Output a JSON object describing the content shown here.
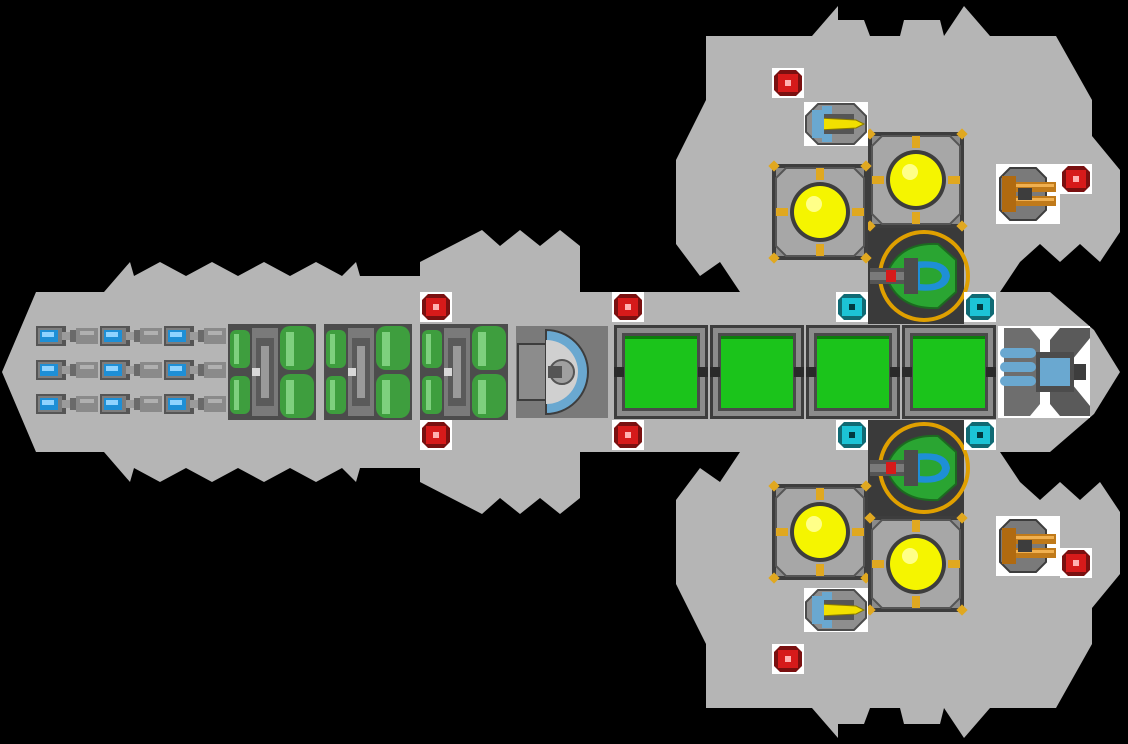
{
  "scene": {
    "background": "#000000",
    "hull_color": "#b5b5b5",
    "hull_edge": "#a7a7a7"
  },
  "colors": {
    "module_green": "#1bc41b",
    "module_green_dark": "#0b7d0b",
    "frame_dark": "#3d3d3d",
    "frame_mid": "#6e6e6e",
    "frame_light": "#9a9a9a",
    "reactor_yellow": "#f5f500",
    "reactor_yellow_hi": "#ffff66",
    "corner_gold": "#e0a820",
    "light_red": "#d61a1a",
    "light_cyan": "#1cc3d6",
    "battery_blue": "#1e8fd6",
    "tank_green": "#3e9e3e",
    "turret_green": "#2aa532",
    "turret_gold": "#e0a000",
    "cannon_orange": "#c07a1a",
    "missile_yellow": "#f2e000",
    "engine_blue": "#6aa8d0"
  },
  "ship": {
    "modules": {
      "batteries": {
        "icon": "battery-cell-icon",
        "count": 9
      },
      "fuel_tanks": {
        "icon": "fuel-tank-icon",
        "count": 3
      },
      "bridge": {
        "icon": "radar-dome-icon"
      },
      "cargo_bays": {
        "icon": "cargo-bay-icon",
        "count": 4
      },
      "reactors": {
        "icon": "reactor-core-icon",
        "count": 4
      },
      "turrets": {
        "icon": "turret-icon",
        "count": 2
      },
      "missile_launchers": {
        "icon": "missile-icon",
        "count": 2
      },
      "cannons": {
        "icon": "cannon-icon",
        "count": 2
      },
      "engine": {
        "icon": "thruster-icon"
      },
      "warning_lights": {
        "icon": "warning-light-icon",
        "count": 8
      },
      "shield_nodes": {
        "icon": "shield-node-icon",
        "count": 4
      }
    }
  }
}
